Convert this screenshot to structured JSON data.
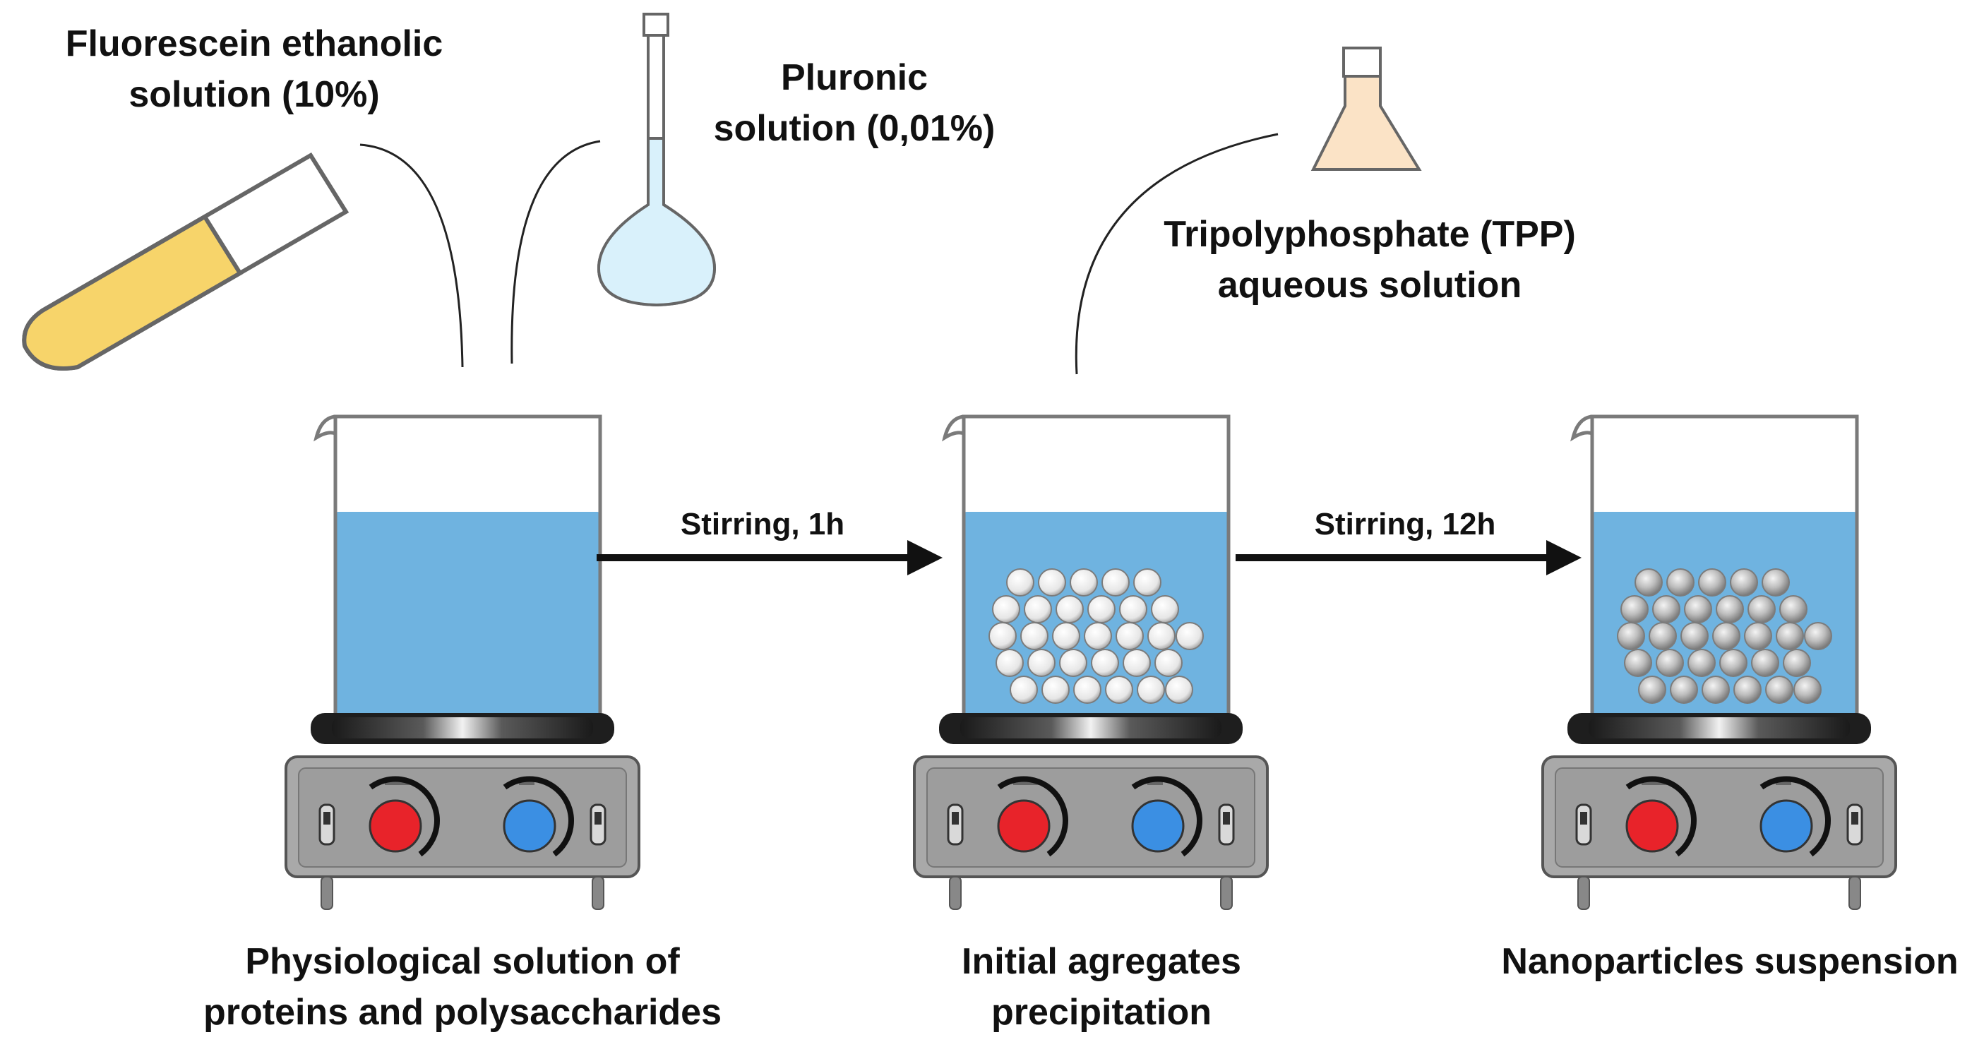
{
  "diagram": {
    "reagents": {
      "fluorescein": {
        "line1": "Fluorescein ethanolic",
        "line2": "solution (10%)"
      },
      "pluronic": {
        "line1": "Pluronic",
        "line2": "solution (0,01%)"
      },
      "tpp": {
        "line1": "Tripolyphosphate (TPP)",
        "line2": "aqueous solution"
      }
    },
    "steps": {
      "step1": {
        "line1": "Physiological solution of",
        "line2": "proteins and polysaccharides"
      },
      "step2": {
        "line1": "Initial agregates",
        "line2": "precipitation"
      },
      "step3": {
        "line1": "Nanoparticles suspension"
      }
    },
    "arrows": {
      "arrow1": "Stirring, 1h",
      "arrow2": "Stirring, 12h"
    },
    "colors": {
      "liquid": "#6fb3e0",
      "fluorescein": "#f7d46a",
      "pluronic": "#d9f1fb",
      "tpp": "#fbe3c6",
      "knob_temp": "#e8232a",
      "knob_rpm": "#3b8fe3",
      "plate_body": "#a9a9a9"
    }
  }
}
